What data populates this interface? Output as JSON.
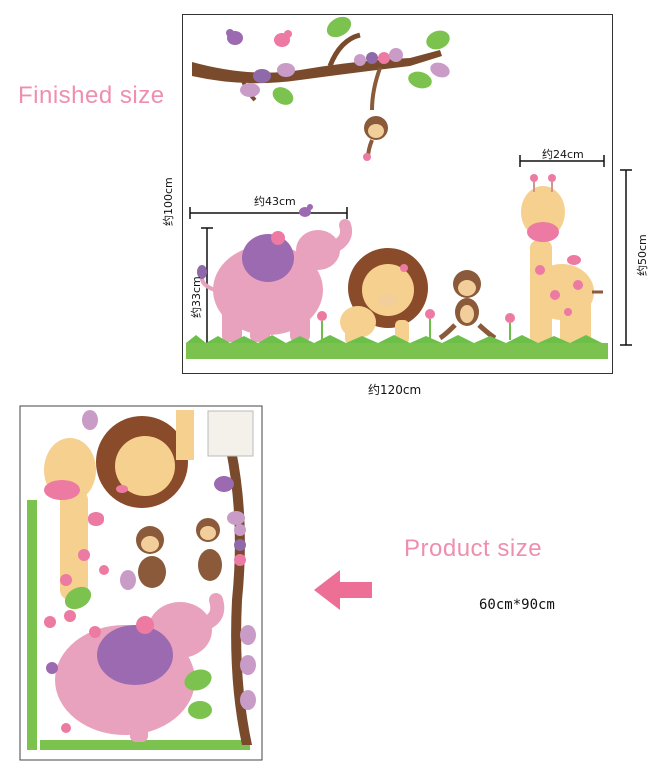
{
  "finished": {
    "title": "Finished size",
    "width_label": "约120cm",
    "height_label": "约100cm",
    "elephant_width_label": "约43cm",
    "elephant_height_label": "约33cm",
    "giraffe_width_label": "约24cm",
    "giraffe_height_label": "约50cm"
  },
  "product": {
    "title": "Product size",
    "size_text": "60cm*90cm"
  },
  "colors": {
    "pink_title": "#ef8fae",
    "arrow": "#ee6f95",
    "branch": "#7a4a2c",
    "elephant": "#e9a2bd",
    "giraffe": "#f6d08e",
    "lion_mane": "#8a4b2a",
    "grass": "#6cc04a"
  }
}
